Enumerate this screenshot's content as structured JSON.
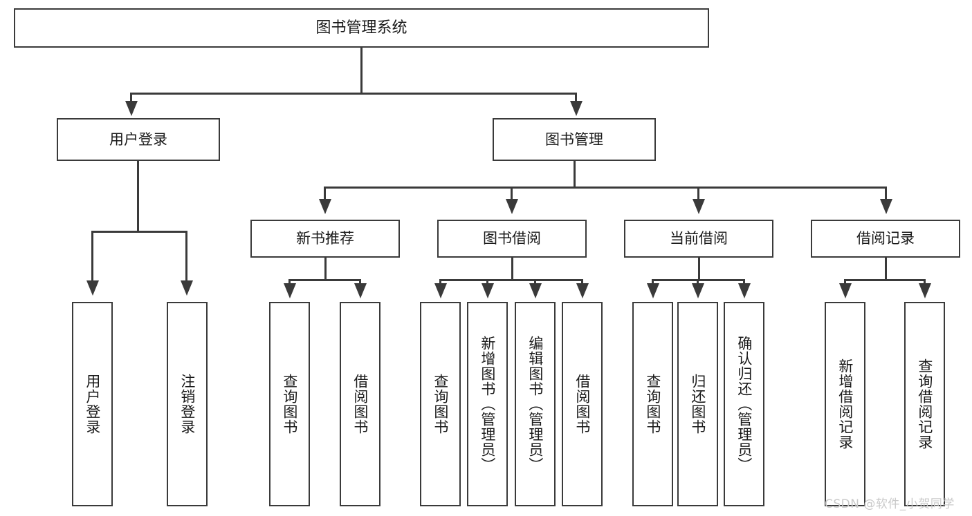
{
  "diagram": {
    "title": "图书管理系统",
    "watermark": "CSDN @软件_小贺同学",
    "colors": {
      "stroke": "#3a3a3a",
      "fill": "#ffffff",
      "text": "#1a1a1a",
      "watermark": "#c9c9c9"
    },
    "nodes": {
      "root": {
        "label": "图书管理系统"
      },
      "level1": [
        {
          "label": "用户登录"
        },
        {
          "label": "图书管理"
        }
      ],
      "level2": [
        {
          "label": "新书推荐"
        },
        {
          "label": "图书借阅"
        },
        {
          "label": "当前借阅"
        },
        {
          "label": "借阅记录"
        }
      ],
      "leaves": {
        "user_login": [
          {
            "label": "用户登录"
          },
          {
            "label": "注销登录"
          }
        ],
        "new_book": [
          {
            "label": "查询图书"
          },
          {
            "label": "借阅图书"
          }
        ],
        "borrow": [
          {
            "label": "查询图书"
          },
          {
            "label": "新增图书（管理员）"
          },
          {
            "label": "编辑图书（管理员）"
          },
          {
            "label": "借阅图书"
          }
        ],
        "current": [
          {
            "label": "查询图书"
          },
          {
            "label": "归还图书"
          },
          {
            "label": "确认归还（管理员）"
          }
        ],
        "record": [
          {
            "label": "新增借阅记录"
          },
          {
            "label": "查询借阅记录"
          }
        ]
      }
    }
  }
}
